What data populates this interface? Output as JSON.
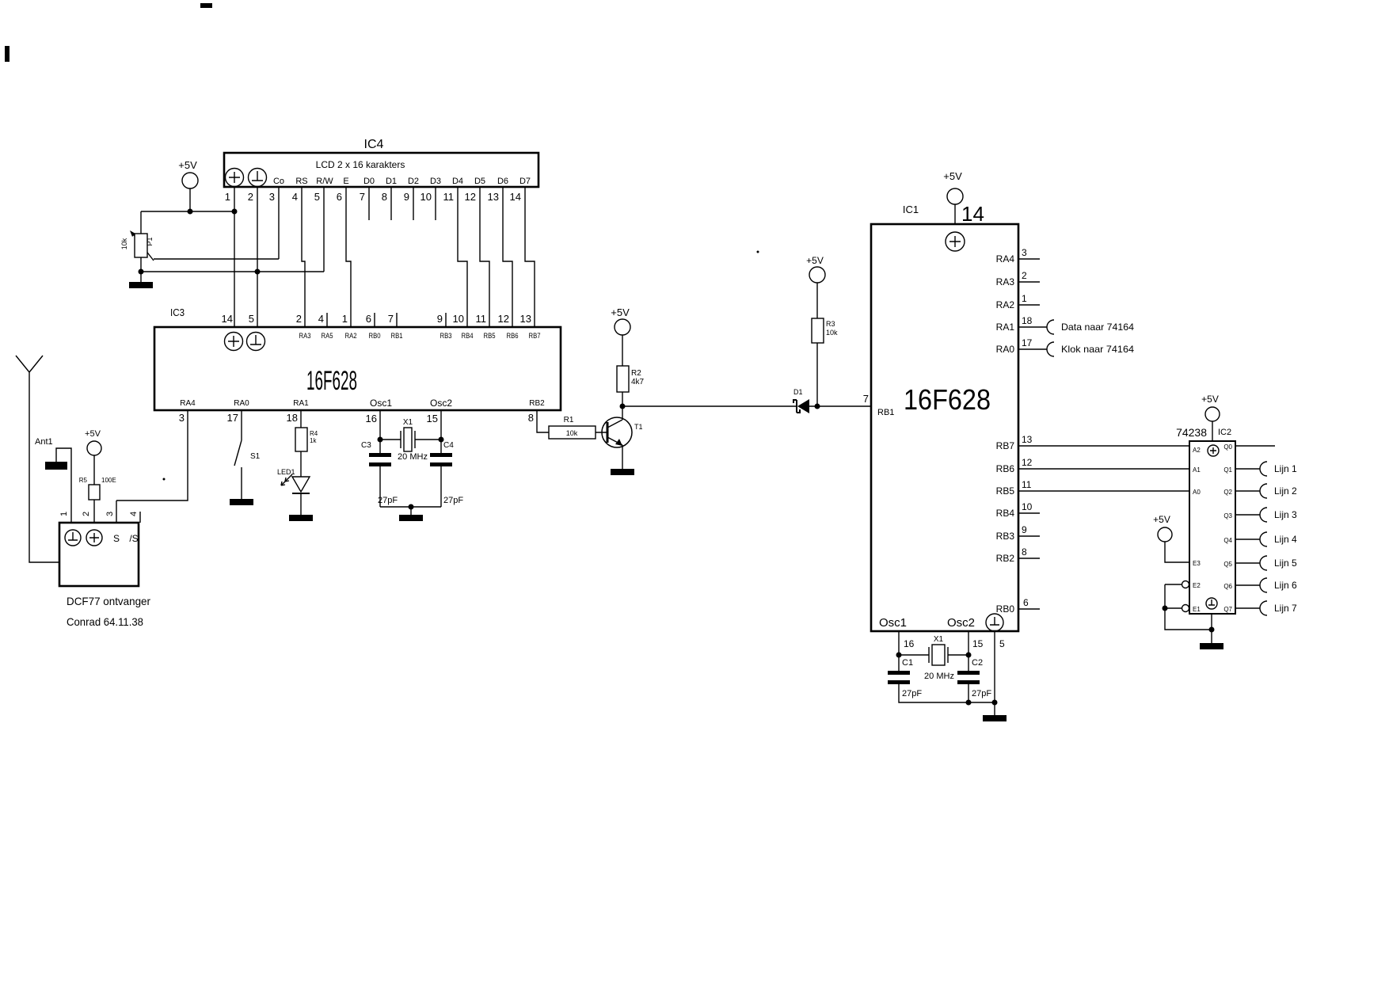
{
  "shared": {
    "v5": "+5V",
    "freq": "20 MHz",
    "c27": "27pF",
    "chip": "16F628"
  },
  "lcd": {
    "name": "IC4",
    "subtitle": "LCD 2 x 16 karakters",
    "pin_labels": [
      "Co",
      "RS",
      "R/W",
      "E",
      "D0",
      "D1",
      "D2",
      "D3",
      "D4",
      "D5",
      "D6",
      "D7"
    ],
    "pin_numbers": [
      "1",
      "2",
      "3",
      "4",
      "5",
      "6",
      "7",
      "8",
      "9",
      "10",
      "11",
      "12",
      "13",
      "14"
    ]
  },
  "pot": {
    "name": "P1",
    "value": "10k"
  },
  "ic3": {
    "name": "IC3",
    "top_numbers": [
      "14",
      "5",
      "2",
      "4",
      "1",
      "6",
      "7",
      "9",
      "10",
      "11",
      "12",
      "13"
    ],
    "top_labels": [
      "RA3",
      "RA5",
      "RA2",
      "RB0",
      "RB1",
      "RB3",
      "RB4",
      "RB5",
      "RB6",
      "RB7"
    ],
    "bottom_labels": [
      "RA4",
      "RA0",
      "RA1",
      "Osc1",
      "Osc2",
      "RB2"
    ],
    "bottom_numbers": [
      "3",
      "17",
      "18",
      "16",
      "15",
      "8"
    ]
  },
  "switch": {
    "name": "S1"
  },
  "led": {
    "name": "LED1",
    "r": "R4",
    "r_value": "1k"
  },
  "osc3": {
    "xtal": "X1",
    "c_left": "C3",
    "c_right": "C4"
  },
  "receiver": {
    "antenna": "Ant1",
    "r": "R5",
    "r_value": "100E",
    "pin_numbers": [
      "1",
      "2",
      "3",
      "4"
    ],
    "pin_s": "S",
    "pin_ns": "/S",
    "caption1": "DCF77 ontvanger",
    "caption2": "Conrad 64.11.38"
  },
  "driver": {
    "r1": "R1",
    "r1_value": "10k",
    "r2": "R2",
    "r2_value": "4k7",
    "t": "T1"
  },
  "pullup": {
    "r3": "R3",
    "r3_value": "10k",
    "d": "D1"
  },
  "ic1": {
    "name": "IC1",
    "vdd_pin": "14",
    "rb1_label": "RB1",
    "rb1_num": "7",
    "right": [
      {
        "label": "RA4",
        "num": "3"
      },
      {
        "label": "RA3",
        "num": "2"
      },
      {
        "label": "RA2",
        "num": "1"
      },
      {
        "label": "RA1",
        "num": "18"
      },
      {
        "label": "RA0",
        "num": "17"
      },
      {
        "label": "RB7",
        "num": "13"
      },
      {
        "label": "RB6",
        "num": "12"
      },
      {
        "label": "RB5",
        "num": "11"
      },
      {
        "label": "RB4",
        "num": "10"
      },
      {
        "label": "RB3",
        "num": "9"
      },
      {
        "label": "RB2",
        "num": "8"
      },
      {
        "label": "RB0",
        "num": "6"
      }
    ],
    "note_data": "Data naar 74164",
    "note_clock": "Klok naar 74164",
    "osc1": "Osc1",
    "osc2": "Osc2",
    "n16": "16",
    "n15": "15",
    "n5": "5",
    "xtal": "X1",
    "c1": "C1",
    "c2": "C2"
  },
  "ic2": {
    "name": "IC2",
    "chip": "74238",
    "inputs": [
      "A2",
      "A1",
      "A0",
      "E3",
      "E2",
      "E1"
    ],
    "outputs": [
      "Q0",
      "Q1",
      "Q2",
      "Q3",
      "Q4",
      "Q5",
      "Q6",
      "Q7"
    ],
    "lines": [
      "Lijn 1",
      "Lijn 2",
      "Lijn 3",
      "Lijn 4",
      "Lijn 5",
      "Lijn 6",
      "Lijn 7"
    ]
  }
}
